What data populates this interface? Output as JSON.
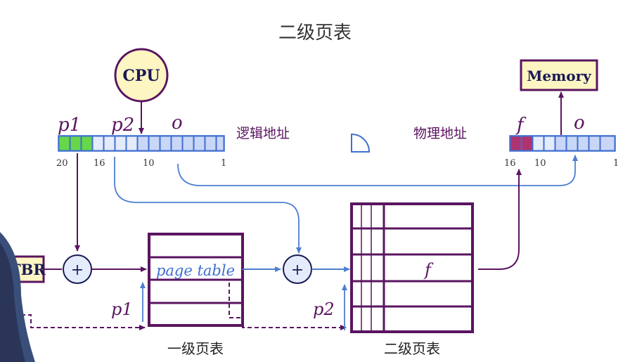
{
  "title": "二级页表",
  "cpu_label": "CPU",
  "memory_label": "Memory",
  "logical_address_label": "逻辑地址",
  "physical_address_label": "物理地址",
  "logical_fields": {
    "p1": "p1",
    "p2": "p2",
    "o": "o"
  },
  "physical_fields": {
    "f": "f",
    "o": "o"
  },
  "logical_bit_ticks": {
    "b20": "20",
    "b16": "16",
    "b10": "10",
    "b1": "1"
  },
  "physical_bit_ticks": {
    "b16": "16",
    "b10": "10",
    "b1": "1"
  },
  "ptbr_label": "TBR",
  "plus_symbol": "+",
  "page_table_text": "page table",
  "first_level_label": "一级页表",
  "second_level_label": "二级页表",
  "p1_offset_label": "p1",
  "p2_offset_label": "p2",
  "frame_label": "f",
  "colors": {
    "purple": "#5a1460",
    "blue_arrow": "#4d7fd0",
    "cell_fill": "#c9d6f6",
    "cell_light": "#e4ebfb",
    "green": "#66d64a",
    "magenta": "#b0336f",
    "cpu_fill": "#fdf5c2",
    "memory_fill": "#fdf5c2",
    "page_table_text": "#3f6fd0"
  }
}
